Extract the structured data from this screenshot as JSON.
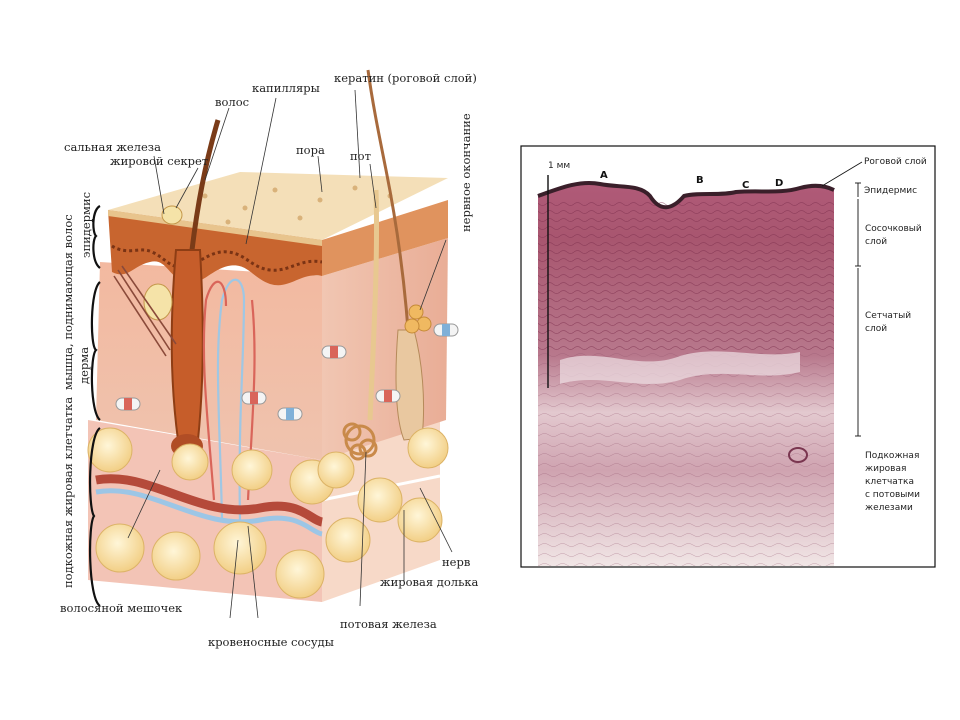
{
  "diagram": {
    "labels": {
      "sebaceous_gland": "сальная железа",
      "sebum": "жировой секрет",
      "hair": "волос",
      "capillaries": "капилляры",
      "keratin": "кератин (роговой слой)",
      "pore": "пора",
      "sweat": "пот",
      "nerve_ending": "нервное окончание",
      "arrector_muscle": "мышца, поднимающая волос",
      "epidermis": "эпидермис",
      "dermis": "дерма",
      "subcutaneous": "подкожная жировая клетчатка",
      "hair_follicle": "волосяной мешочек",
      "blood_vessels": "кровеносные сосуды",
      "sweat_gland": "потовая железа",
      "fat_lobule": "жировая долька",
      "nerve": "нерв"
    }
  },
  "histology": {
    "scale_label": "1 мм",
    "letters": [
      "A",
      "B",
      "C",
      "D"
    ],
    "labels": {
      "stratum_corneum": "Роговой слой",
      "epidermis": "Эпидермис",
      "papillary_1": "Сосочковый",
      "papillary_2": "слой",
      "reticular_1": "Сетчатый",
      "reticular_2": "слой",
      "hypodermis_1": "Подкожная",
      "hypodermis_2": "жировая",
      "hypodermis_3": "клетчатка",
      "hypodermis_4": "с потовыми",
      "hypodermis_5": "железами"
    }
  }
}
